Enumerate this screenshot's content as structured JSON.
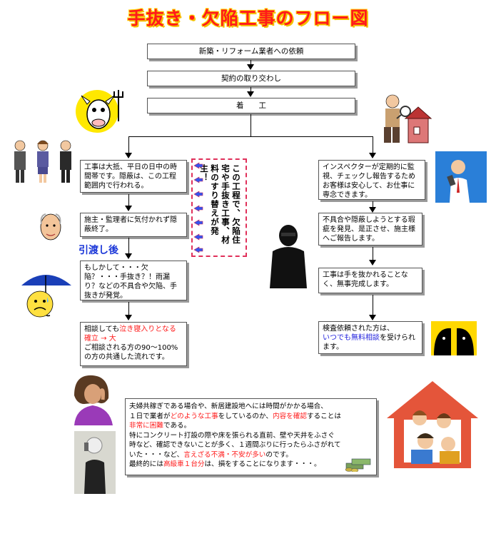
{
  "title": "手抜き・欠陥工事のフロー図",
  "flow": {
    "step1": "新築・リフォーム業者への依頼",
    "step2": "契約の取り交わし",
    "step3": "着　　工"
  },
  "left": {
    "box1": "工事は大抵、平日の日中の時間帯です。隠蔽は、この工程範囲内で行われる。",
    "box2": "施主・監理者に気付かれず隠蔽終了。",
    "handover_label": "引渡し後",
    "box3": "もしかして・・・欠陥？・・・手抜き？！雨漏り？などの不具合や欠陥、手抜きが発覚。",
    "box4_a": "相談しても",
    "box4_b": "泣き寝入りとなる確立 → 大",
    "box4_c": "ご相談される方の90～100%の方の共通した流れです。"
  },
  "center_note": "この工程で、欠陥住宅や手抜き工事、材料のすり替えが発生！",
  "right": {
    "box1": "インスペクターが定期的に監視、チェックし報告するためお客様は安心して、お仕事に専念できます。",
    "box2": "不具合や隠蔽しようとする瑕疵を発見、是正させ、施主様へご報告します。",
    "box3": "工事は手を抜かれることなく、無事完成します。",
    "box4_a": "検査依頼された方は、",
    "box4_b": "いつでも無料相談",
    "box4_c": "を受けられます。"
  },
  "bottom": {
    "l1a": "夫婦共稼ぎである場合や、新居建設地へには時間がかかる場合、",
    "l2a": "１日で業者が",
    "l2b": "どのような工事",
    "l2c": "をしているのか、",
    "l2d": "内容を確認",
    "l2e": "することは",
    "l3a": "非常に困難",
    "l3b": "である。",
    "l4": "特にコンクリート打設の際や床を張られる直前、壁や天井をふさぐ",
    "l5": "時など、確認できないことが多く、１週間ぶりに行ったらふさがれて",
    "l6a": "いた・・・など、",
    "l6b": "言えざる不満・不安が多い",
    "l6c": "のです。",
    "l7a": "最終的には",
    "l7b": "高級車１台分",
    "l7c": "は、損をすることになります・・・。"
  },
  "colors": {
    "accent_red": "#ff1a1a",
    "accent_blue": "#2222dd",
    "dash_pink": "#e0305a"
  }
}
